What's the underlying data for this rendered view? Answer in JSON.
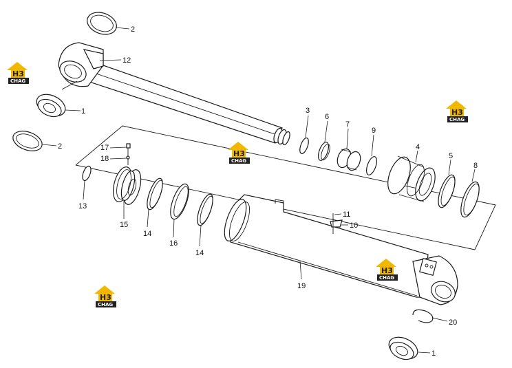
{
  "watermark": {
    "logo_top": "H3",
    "logo_bottom": "CHAG",
    "color_dark": "#222222",
    "color_accent": "#f2b800"
  },
  "callouts": {
    "c1a": "1",
    "c1b": "1",
    "c2a": "2",
    "c2b": "2",
    "c3": "3",
    "c4": "4",
    "c5": "5",
    "c6": "6",
    "c7": "7",
    "c8": "8",
    "c9": "9",
    "c10": "10",
    "c11": "11",
    "c12": "12",
    "c13": "13",
    "c14a": "14",
    "c14b": "14",
    "c15": "15",
    "c16": "16",
    "c17": "17",
    "c18": "18",
    "c19": "19",
    "c20": "20"
  }
}
